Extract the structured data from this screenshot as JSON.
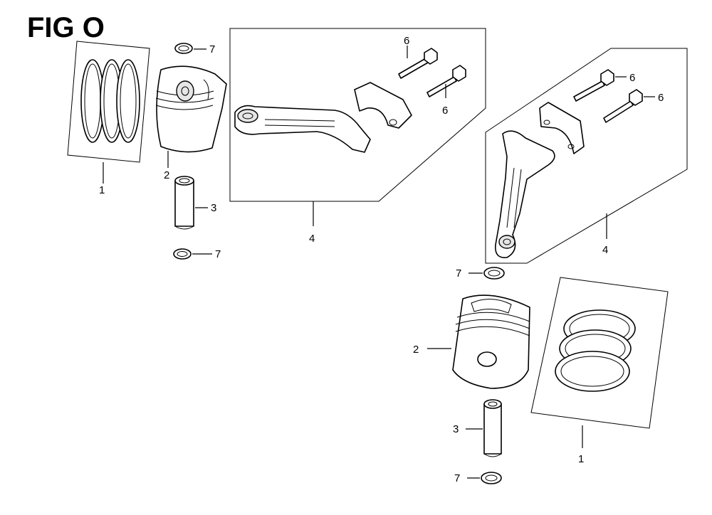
{
  "figure": {
    "title": "FIG O"
  },
  "callouts": {
    "piston_ring_set_left": "1",
    "piston_left": "2",
    "piston_pin_left": "3",
    "connecting_rod_left": "4",
    "rod_bolt_left_a": "6",
    "rod_bolt_left_b": "6",
    "pin_clip_left_top": "7",
    "pin_clip_left_bottom": "7",
    "connecting_rod_right": "4",
    "rod_bolt_right_a": "6",
    "rod_bolt_right_b": "6",
    "pin_clip_right_top": "7",
    "piston_right": "2",
    "piston_pin_right": "3",
    "pin_clip_right_bottom": "7",
    "piston_ring_set_right": "1"
  }
}
